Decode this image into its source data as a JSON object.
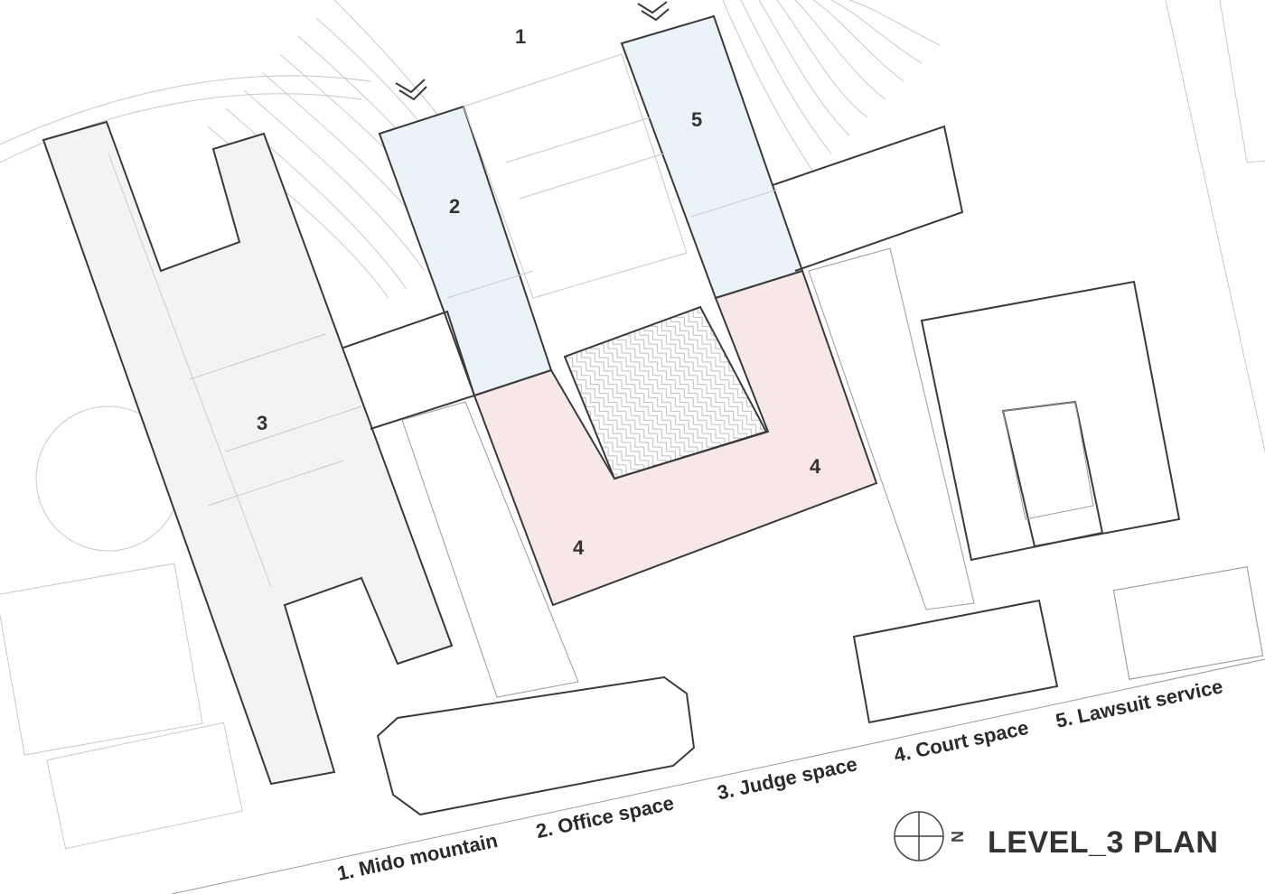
{
  "plan_title": "LEVEL_3 PLAN",
  "north_label": "N",
  "zone_numbers": {
    "mountain": "1",
    "office": "2",
    "judge": "3",
    "court_a": "4",
    "court_b": "4",
    "lawsuit": "5"
  },
  "legend": [
    "1. Mido mountain",
    "2. Office space",
    "3. Judge space",
    "4. Court space",
    "5. Lawsuit service"
  ],
  "colors": {
    "office_fill": "#eaf3f8",
    "court_fill": "#f7e7e6",
    "judge_fill": "#f3f3f3",
    "line": "#3a3a3a"
  }
}
